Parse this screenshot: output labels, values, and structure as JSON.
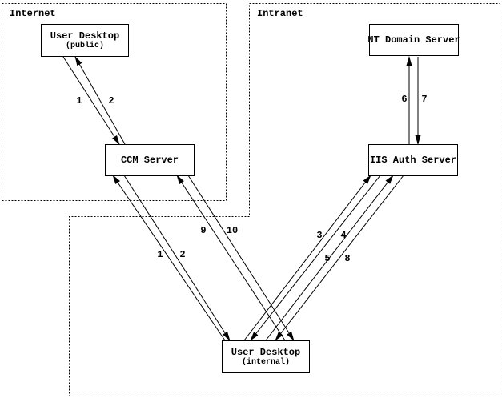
{
  "diagram": {
    "regions": {
      "internet": {
        "label": "Internet"
      },
      "intranet": {
        "label": "Intranet"
      }
    },
    "nodes": {
      "user_desktop_public": {
        "title": "User Desktop",
        "subtitle": "(public)"
      },
      "ccm_server": {
        "title": "CCM Server"
      },
      "nt_domain_server": {
        "title": "NT Domain Server"
      },
      "iis_auth_server": {
        "title": "IIS Auth Server"
      },
      "user_desktop_internal": {
        "title": "User Desktop",
        "subtitle": "(internal)"
      }
    },
    "edges": [
      {
        "id": "e1-public",
        "label": "1",
        "from": "user_desktop_public",
        "to": "ccm_server"
      },
      {
        "id": "e2-public",
        "label": "2",
        "from": "ccm_server",
        "to": "user_desktop_public"
      },
      {
        "id": "e1-internal",
        "label": "1",
        "from": "user_desktop_internal",
        "to": "ccm_server"
      },
      {
        "id": "e2-internal",
        "label": "2",
        "from": "ccm_server",
        "to": "user_desktop_internal"
      },
      {
        "id": "e3",
        "label": "3",
        "from": "user_desktop_internal",
        "to": "iis_auth_server"
      },
      {
        "id": "e4",
        "label": "4",
        "from": "iis_auth_server",
        "to": "user_desktop_internal"
      },
      {
        "id": "e5",
        "label": "5",
        "from": "user_desktop_internal",
        "to": "iis_auth_server"
      },
      {
        "id": "e6",
        "label": "6",
        "from": "iis_auth_server",
        "to": "nt_domain_server"
      },
      {
        "id": "e7",
        "label": "7",
        "from": "nt_domain_server",
        "to": "iis_auth_server"
      },
      {
        "id": "e8",
        "label": "8",
        "from": "iis_auth_server",
        "to": "user_desktop_internal"
      },
      {
        "id": "e9",
        "label": "9",
        "from": "user_desktop_internal",
        "to": "ccm_server"
      },
      {
        "id": "e10",
        "label": "10",
        "from": "ccm_server",
        "to": "user_desktop_internal"
      }
    ],
    "colors": {
      "line": "#000000",
      "background": "#ffffff"
    }
  }
}
